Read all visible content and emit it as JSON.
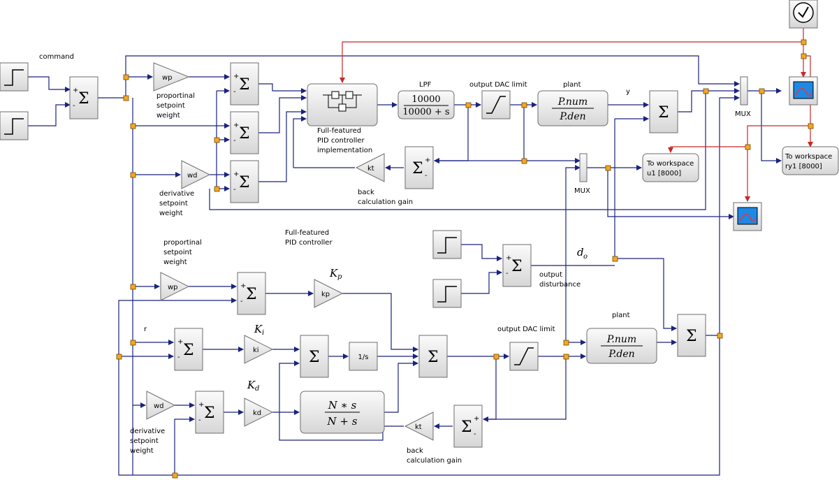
{
  "labels": {
    "command": "command",
    "lpf": "LPF",
    "out_dac_top": "output DAC limit",
    "plant_top": "plant",
    "y": "y",
    "mux1": "MUX",
    "mux2": "MUX",
    "ptop1": "proportinal",
    "ptop2": "setpoint",
    "ptop3": "weight",
    "pidsub1": "Full-featured",
    "pidsub2": "PID controller",
    "pidsub3": "implementation",
    "dtop1": "derivative",
    "dtop2": "setpoint",
    "dtop3": "weight",
    "bcg_top1": "back",
    "bcg_top2": "calculation gain",
    "title1": "Full-featured",
    "title2": "PID controller",
    "pbot1": "proportinal",
    "pbot2": "setpoint",
    "pbot3": "weight",
    "r": "r",
    "dbot1": "derivative",
    "dbot2": "setpoint",
    "dbot3": "weight",
    "outdist1": "output",
    "outdist2": "disturbance",
    "plant_bot": "plant",
    "out_dac_bot": "output DAC limit",
    "bcg_bot1": "back",
    "bcg_bot2": "calculation gain",
    "kp_sym": "K",
    "kp_sub": "p",
    "ki_sym": "K",
    "ki_sub": "i",
    "kd_sym": "K",
    "kd_sub": "d",
    "do_sym": "d",
    "do_sub": "o"
  },
  "blocks": {
    "sigma": "Σ",
    "plus": "+",
    "minus": "-",
    "wp": "wp",
    "wd": "wd",
    "kt": "kt",
    "kp": "kp",
    "ki": "ki",
    "kd": "kd",
    "integrator": "1/s",
    "lpf_num": "10000",
    "lpf_den": "10000 + s",
    "plant_num": "P.num",
    "plant_den": "P.den",
    "deriv_num": "N ∗ s",
    "deriv_den": "N + s",
    "ws_u1_line1": "To workspace",
    "ws_u1_line2": "u1 [8000]",
    "ws_ry1_line1": "To workspace",
    "ws_ry1_line2": "ry1 [8000]"
  },
  "colors": {
    "signal": "#1a237e",
    "clock": "#c62828",
    "split": "#f5a623",
    "block_fill": "#e6e6e6"
  },
  "icons": {
    "clock": "clock-icon",
    "scope": "scope-icon",
    "step": "step-icon",
    "saturation": "saturation-icon"
  }
}
